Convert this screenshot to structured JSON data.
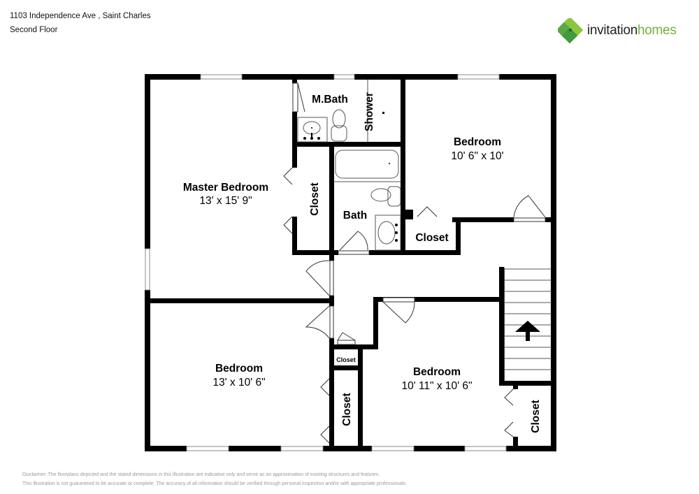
{
  "header": {
    "address": "1103 Independence Ave , Saint Charles",
    "floor": "Second Floor"
  },
  "brand": {
    "name_part1": "invitation",
    "name_part2": "homes",
    "colors": {
      "dark_green": "#3f9b3c",
      "light_green": "#8cc63f",
      "mid_green": "#6cb33e",
      "text_dark": "#222222"
    }
  },
  "rooms": {
    "master_bedroom": {
      "label": "Master Bedroom",
      "dims": "13' x 15' 9\""
    },
    "m_bath": {
      "label": "M.Bath"
    },
    "shower": {
      "label": "Shower"
    },
    "bedroom_ne": {
      "label": "Bedroom",
      "dims": "10' 6\" x 10'"
    },
    "closet_master": {
      "label": "Closet"
    },
    "bath": {
      "label": "Bath"
    },
    "closet_ne": {
      "label": "Closet"
    },
    "bedroom_sw": {
      "label": "Bedroom",
      "dims": "13' x 10' 6\""
    },
    "closet_small": {
      "label": "Closet"
    },
    "closet_sw": {
      "label": "Closet"
    },
    "bedroom_se": {
      "label": "Bedroom",
      "dims": "10' 11\" x 10' 6\""
    },
    "closet_se": {
      "label": "Closet"
    }
  },
  "stairs": {
    "direction": "up",
    "steps": 10
  },
  "disclaimer": {
    "line1": "Disclaimer: The floorplans depicted and the stated dimensions in this illustration are indicative only and serve as an approximation of existing structures and features.",
    "line2": "This illustration is not guaranteed to be accurate or complete. The accuracy of all information should be verified through personal inspection and/or with appropriate professionals."
  }
}
